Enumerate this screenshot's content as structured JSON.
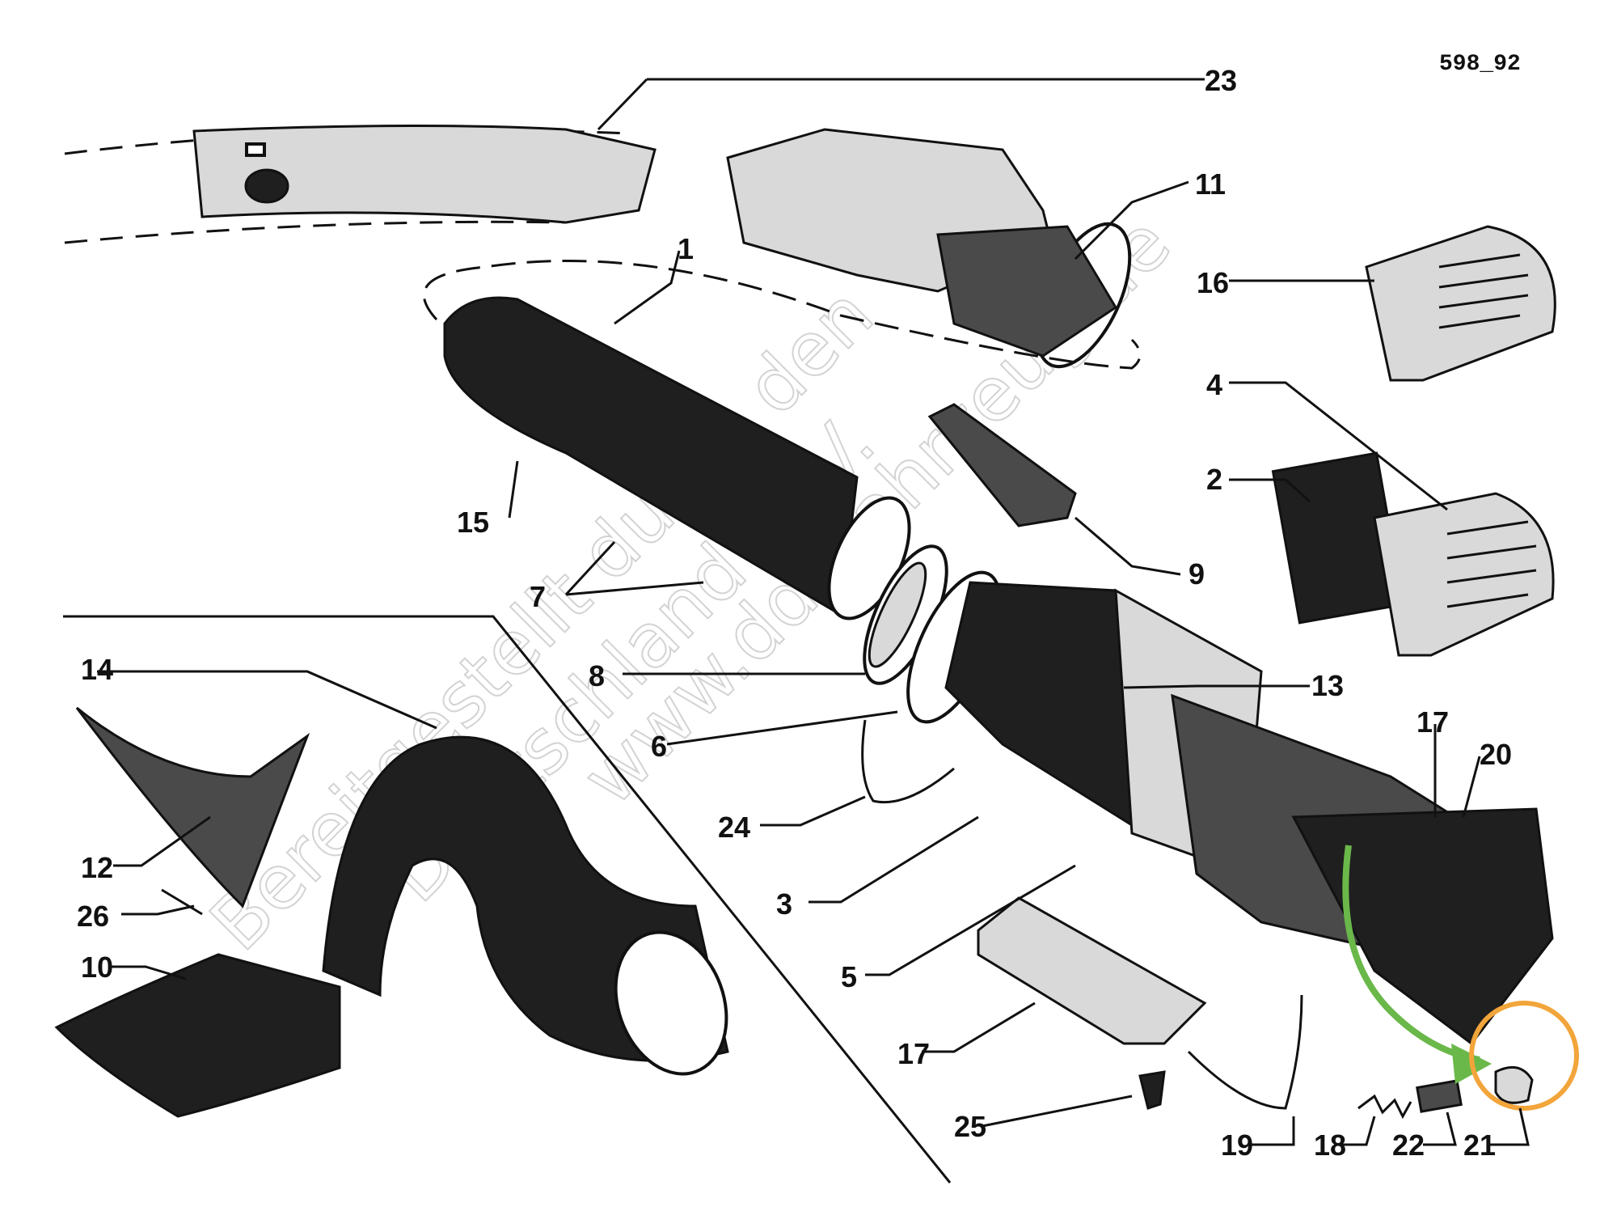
{
  "figure_code": "598_92",
  "part_numbers": [
    "1",
    "2",
    "3",
    "4",
    "5",
    "6",
    "7",
    "8",
    "9",
    "10",
    "11",
    "12",
    "13",
    "14",
    "15",
    "16",
    "17",
    "17",
    "18",
    "19",
    "20",
    "21",
    "22",
    "23",
    "24",
    "25",
    "26"
  ],
  "watermark": [
    "Bereitgestellt durch den",
    "Deutschland e. V.",
    "www.ddr-fahrzeug.de"
  ],
  "colors": {
    "ink": "#111111",
    "highlight_arrow": "#6ab84a",
    "highlight_circle": "#f2a53a"
  }
}
